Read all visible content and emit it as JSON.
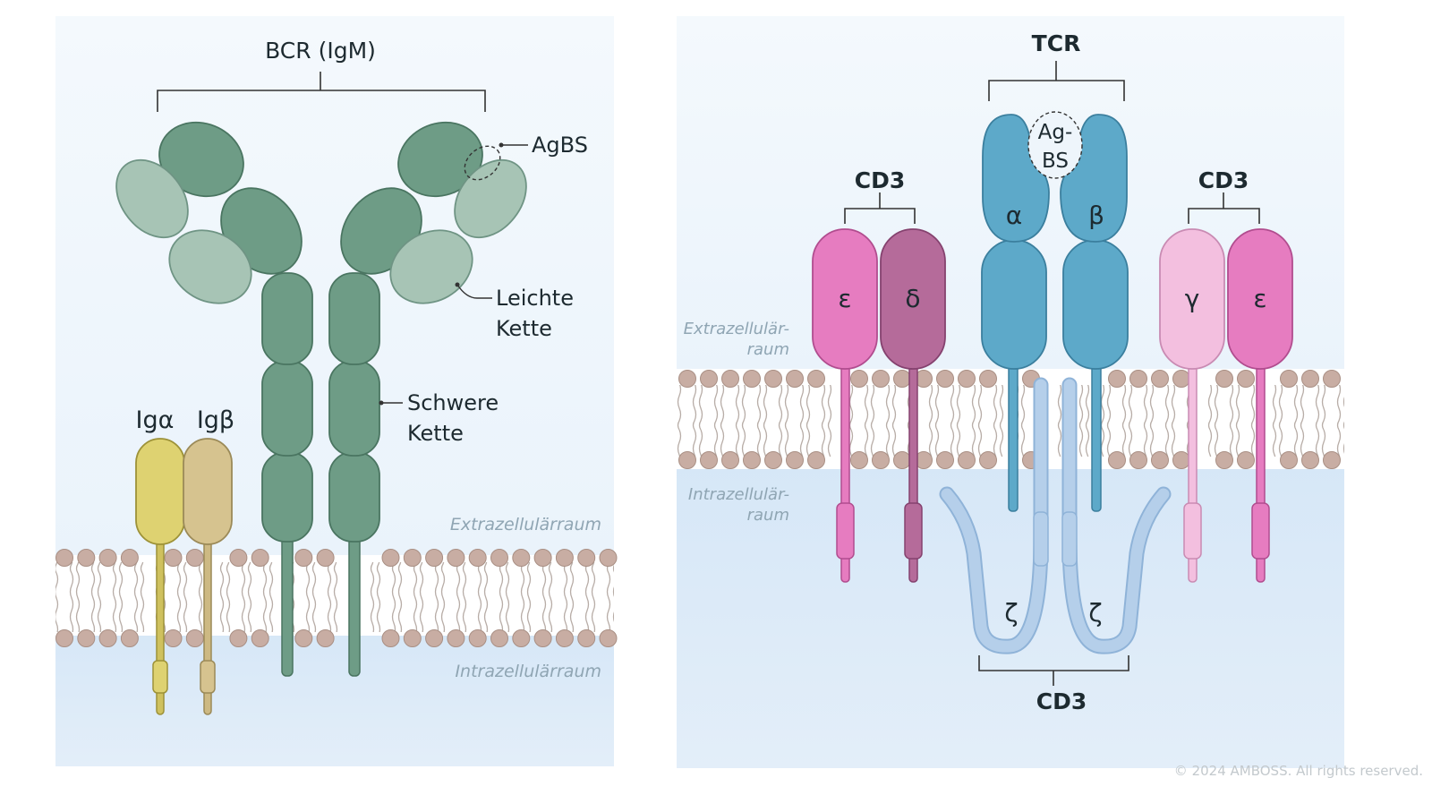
{
  "bcr_panel": {
    "title": "BCR (IgM)",
    "antigen_binding_site": "AgBS",
    "light_chain": [
      "Leichte",
      "Kette"
    ],
    "heavy_chain": [
      "Schwere",
      "Kette"
    ],
    "ig_alpha": "Igα",
    "ig_beta": "Igβ",
    "extracellular": "Extrazellulärraum",
    "intracellular": "Intrazellulärraum"
  },
  "tcr_panel": {
    "title": "TCR",
    "antigen_binding_site": [
      "Ag-",
      "BS"
    ],
    "alpha": "α",
    "beta": "β",
    "cd3_left": "CD3",
    "cd3_right": "CD3",
    "cd3_bottom": "CD3",
    "epsilon_left": "ε",
    "delta": "δ",
    "gamma": "γ",
    "epsilon_right": "ε",
    "zeta_left": "ζ",
    "zeta_right": "ζ",
    "extracellular": [
      "Extrazellulär-",
      "raum"
    ],
    "intracellular": [
      "Intrazellulär-",
      "raum"
    ]
  },
  "copyright": "© 2024 AMBOSS. All rights reserved.",
  "colors": {
    "heavy_chain": "#6e9c86",
    "light_chain": "#a7c4b5",
    "ig_alpha": "#ded271",
    "ig_beta": "#d6c38f",
    "tcr_chain": "#5da9c9",
    "zeta": "#b5cfea",
    "epsilon": "#e67cc0",
    "delta": "#b56b9a",
    "gamma": "#f3bfdf",
    "lipid_head": "#c8ada3"
  }
}
